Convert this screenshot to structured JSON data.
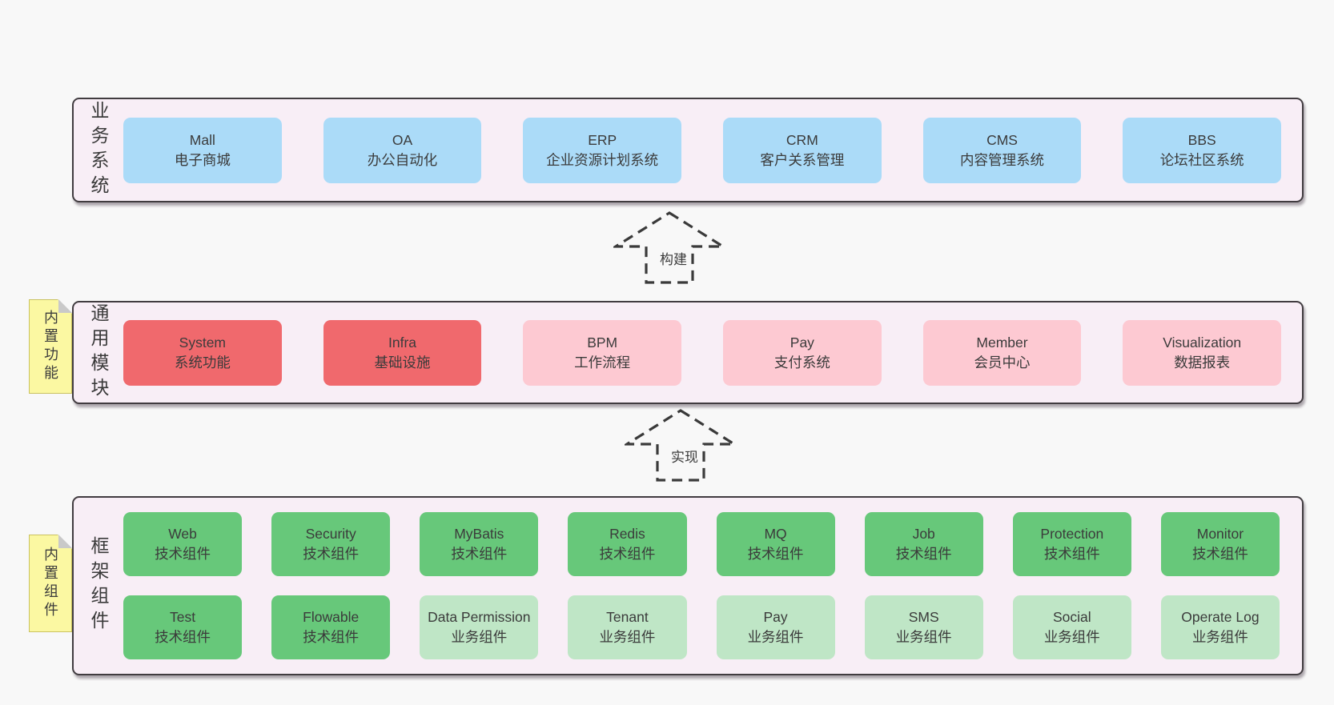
{
  "colors": {
    "page_bg": "#f8f8f8",
    "panel_bg": "#f8eef6",
    "panel_border": "#413c40",
    "blue": "#abdbf8",
    "red": "#f0696d",
    "pink": "#fdc9d2",
    "green": "#67c87a",
    "light_green": "#bfe6c6",
    "sticky_yellow": "#fbf8a2",
    "fold_gray": "#c9c9c9",
    "text": "#3b3b3b"
  },
  "arrows": [
    {
      "label": "构建"
    },
    {
      "label": "实现"
    }
  ],
  "layers": {
    "business": {
      "label": "业务系统",
      "boxes": [
        {
          "title": "Mall",
          "subtitle": "电子商城"
        },
        {
          "title": "OA",
          "subtitle": "办公自动化"
        },
        {
          "title": "ERP",
          "subtitle": "企业资源计划系统"
        },
        {
          "title": "CRM",
          "subtitle": "客户关系管理"
        },
        {
          "title": "CMS",
          "subtitle": "内容管理系统"
        },
        {
          "title": "BBS",
          "subtitle": "论坛社区系统"
        }
      ]
    },
    "modules": {
      "label": "通用模块",
      "sticky": "内置功能",
      "boxes": [
        {
          "title": "System",
          "subtitle": "系统功能"
        },
        {
          "title": "Infra",
          "subtitle": "基础设施"
        },
        {
          "title": "BPM",
          "subtitle": "工作流程"
        },
        {
          "title": "Pay",
          "subtitle": "支付系统"
        },
        {
          "title": "Member",
          "subtitle": "会员中心"
        },
        {
          "title": "Visualization",
          "subtitle": "数据报表"
        }
      ]
    },
    "components": {
      "label": "框架组件",
      "sticky": "内置组件",
      "row1": [
        {
          "title": "Web",
          "subtitle": "技术组件"
        },
        {
          "title": "Security",
          "subtitle": "技术组件"
        },
        {
          "title": "MyBatis",
          "subtitle": "技术组件"
        },
        {
          "title": "Redis",
          "subtitle": "技术组件"
        },
        {
          "title": "MQ",
          "subtitle": "技术组件"
        },
        {
          "title": "Job",
          "subtitle": "技术组件"
        },
        {
          "title": "Protection",
          "subtitle": "技术组件"
        },
        {
          "title": "Monitor",
          "subtitle": "技术组件"
        }
      ],
      "row2": [
        {
          "title": "Test",
          "subtitle": "技术组件"
        },
        {
          "title": "Flowable",
          "subtitle": "技术组件"
        },
        {
          "title": "Data Permission",
          "subtitle": "业务组件"
        },
        {
          "title": "Tenant",
          "subtitle": "业务组件"
        },
        {
          "title": "Pay",
          "subtitle": "业务组件"
        },
        {
          "title": "SMS",
          "subtitle": "业务组件"
        },
        {
          "title": "Social",
          "subtitle": "业务组件"
        },
        {
          "title": "Operate Log",
          "subtitle": "业务组件"
        }
      ]
    }
  }
}
